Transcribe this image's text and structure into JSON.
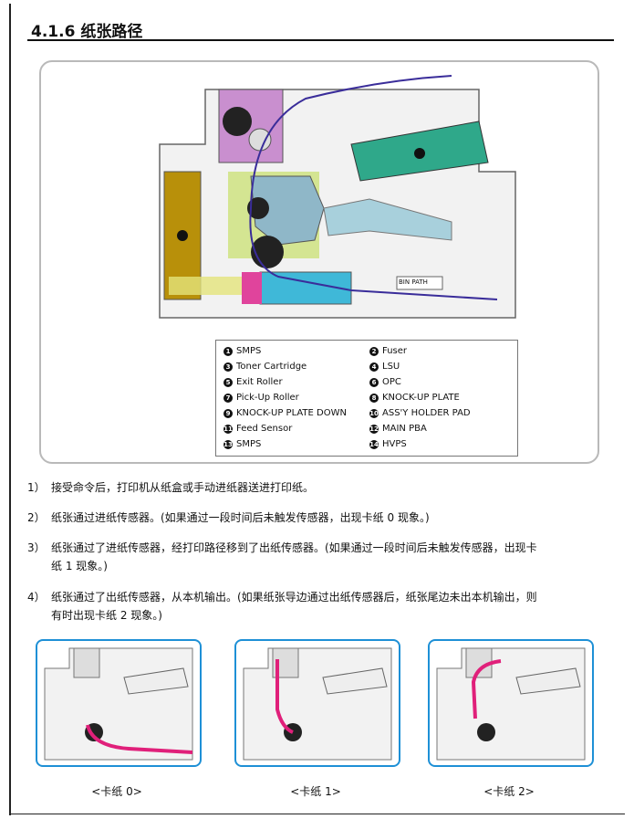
{
  "section": {
    "title": "4.1.6 纸张路径"
  },
  "diagram": {
    "bin_path_label": "BIN PATH",
    "legend": [
      {
        "num": "1",
        "label": "SMPS"
      },
      {
        "num": "2",
        "label": "Fuser"
      },
      {
        "num": "3",
        "label": "Toner Cartridge"
      },
      {
        "num": "4",
        "label": "LSU"
      },
      {
        "num": "5",
        "label": "Exit Roller"
      },
      {
        "num": "6",
        "label": "OPC"
      },
      {
        "num": "7",
        "label": "Pick-Up Roller"
      },
      {
        "num": "8",
        "label": "KNOCK-UP PLATE"
      },
      {
        "num": "9",
        "label": "KNOCK-UP PLATE DOWN"
      },
      {
        "num": "10",
        "label": "ASS'Y HOLDER PAD"
      },
      {
        "num": "11",
        "label": "Feed Sensor"
      },
      {
        "num": "12",
        "label": "MAIN PBA"
      },
      {
        "num": "13",
        "label": "SMPS"
      },
      {
        "num": "14",
        "label": "HVPS"
      }
    ],
    "colors": {
      "fuser": "#c98fcf",
      "smps": "#b8900a",
      "lsu": "#2fa88a",
      "toner": "#8fb7c8",
      "hvps": "#c8e06a",
      "pad": "#e0449c",
      "knockup": "#3fb8d8",
      "path": "#3a2d9a",
      "jam": "#e0207a"
    }
  },
  "steps": [
    {
      "num": "1）",
      "text": "接受命令后，打印机从纸盒或手动进纸器送进打印纸。"
    },
    {
      "num": "2）",
      "text": "纸张通过进纸传感器。(如果通过一段时间后未触发传感器，出现卡纸 0 现象。)"
    },
    {
      "num": "3）",
      "line1": "纸张通过了进纸传感器，经打印路径移到了出纸传感器。(如果通过一段时间后未触发传感器，出现卡",
      "line2": "纸 1 现象。)"
    },
    {
      "num": "4）",
      "line1": "纸张通过了出纸传感器，从本机输出。(如果纸张导边通过出纸传感器后，纸张尾边未出本机输出，则",
      "line2": "有时出现卡纸 2 现象。)"
    }
  ],
  "jams": [
    {
      "caption": "<卡纸 0>"
    },
    {
      "caption": "<卡纸 1>"
    },
    {
      "caption": "<卡纸 2>"
    }
  ]
}
